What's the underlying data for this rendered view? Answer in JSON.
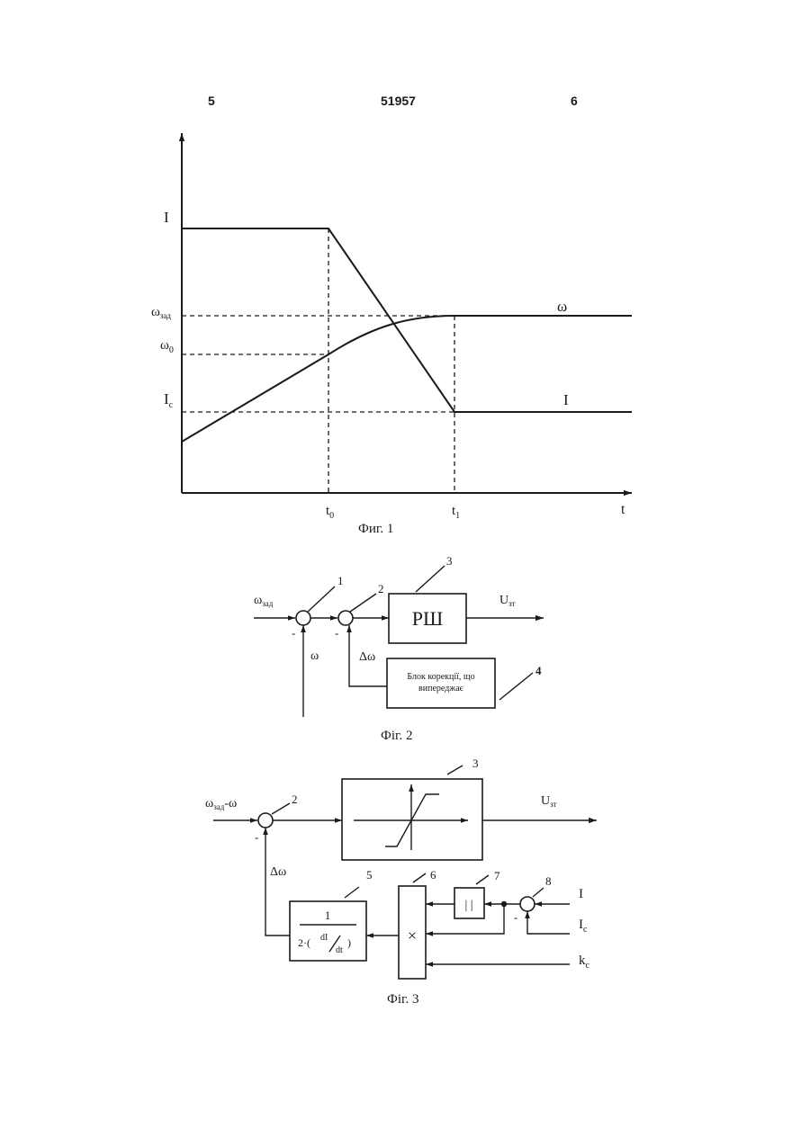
{
  "page": {
    "left_number": "5",
    "patent_number": "51957",
    "right_number": "6"
  },
  "fig1": {
    "caption": "Фиг. 1",
    "axis_labels": {
      "I": "I",
      "w_zad": "ω",
      "w_zad_sub": "зад",
      "w0": "ω",
      "w0_sub": "0",
      "Ic": "I",
      "Ic_sub": "c",
      "t0": "t",
      "t0_sub": "0",
      "t1": "t",
      "t1_sub": "1",
      "t": "t"
    },
    "curve_labels": {
      "omega": "ω",
      "current": "I"
    }
  },
  "fig2": {
    "caption": "Фіг. 2",
    "input_label": "ω",
    "input_sub": "зад",
    "feedback_label": "ω",
    "delta_label": "Δω",
    "block3_label": "РШ",
    "block4_label_line1": "Блок корекції, що",
    "block4_label_line2": "випереджає",
    "output_label": "U",
    "output_sub": "зт",
    "num1": "1",
    "num2": "2",
    "num3": "3",
    "num4": "4",
    "minus": "-"
  },
  "fig3": {
    "caption": "Фіг. 3",
    "input_label": "ω",
    "input_sub": "зад",
    "input_suffix": "-ω",
    "delta_label": "Δω",
    "output_label": "U",
    "output_sub": "зт",
    "block5_num": "1",
    "block5_den_pre": "2·(",
    "block5_den_dI": "dI",
    "block5_den_dt": "dt",
    "block5_den_post": ")",
    "block6_label": "×",
    "block7_label": "| |",
    "in_I": "I",
    "in_Ic": "I",
    "in_Ic_sub": "c",
    "in_kc": "k",
    "in_kc_sub": "c",
    "num2": "2",
    "num3": "3",
    "num5": "5",
    "num6": "6",
    "num7": "7",
    "num8": "8",
    "minus": "-"
  }
}
